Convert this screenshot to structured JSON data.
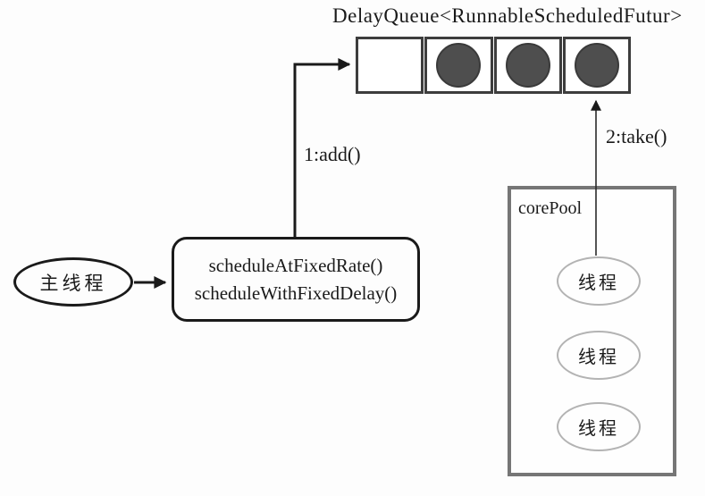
{
  "diagram": {
    "title": "DelayQueue<RunnableScheduledFutur>",
    "queue": {
      "cells": [
        {
          "filled": false
        },
        {
          "filled": true
        },
        {
          "filled": true
        },
        {
          "filled": true
        }
      ]
    },
    "edges": {
      "add_label": "1:add()",
      "take_label": "2:take()"
    },
    "main_thread_label": "主线程",
    "scheduler": {
      "line1": "scheduleAtFixedRate()",
      "line2": "scheduleWithFixedDelay()"
    },
    "core_pool": {
      "label": "corePool",
      "threads": [
        "线程",
        "线程",
        "线程"
      ]
    },
    "colors": {
      "line": "#1a1a1a",
      "circle": "#4e4e4e",
      "queue-border": "#3d3d3d",
      "pool-border": "#767676",
      "thread-border": "#b3b3b3"
    }
  }
}
